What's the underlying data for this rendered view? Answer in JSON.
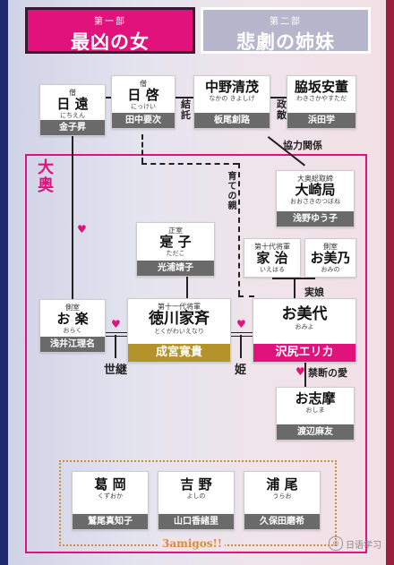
{
  "parts": [
    {
      "label": "第一部",
      "title": "最凶の女"
    },
    {
      "label": "第二部",
      "title": "悲劇の姉妹"
    }
  ],
  "ooku_label": "大奥",
  "relations": {
    "yuitaku": "結託",
    "seikyo": "政敵",
    "kyoryoku": "協力関係",
    "sodate": "育ての親",
    "jitsumusume": "実娘",
    "kindan": "禁断の愛",
    "seitsugu": "世継",
    "hime": "姫"
  },
  "cards": {
    "nichien": {
      "role": "僧",
      "name": "日 遠",
      "reading": "にちえん",
      "actor": "金子昇"
    },
    "nikkei": {
      "role": "僧",
      "name": "日 啓",
      "reading": "にっけい",
      "actor": "田中要次"
    },
    "nakano": {
      "role": "",
      "name": "中野清茂",
      "reading": "なかの きよしげ",
      "actor": "板尾創路"
    },
    "wakisaka": {
      "role": "",
      "name": "脇坂安董",
      "reading": "わきさかやすただ",
      "actor": "浜田学"
    },
    "osaki": {
      "role": "大奥総取締",
      "name": "大崎局",
      "reading": "おおさきのつぼね",
      "actor": "浅野ゆう子"
    },
    "hiroko": {
      "role": "正室",
      "name": "寔 子",
      "reading": "ただこ",
      "actor": "光浦靖子"
    },
    "ienari": {
      "role": "第十一代将軍",
      "name": "徳川家斉",
      "reading": "とくがわいえなり",
      "actor": "成宮寛貴"
    },
    "oraku": {
      "role": "側室",
      "name": "お 楽",
      "reading": "おらく",
      "actor": "浅井江理名"
    },
    "ieharu": {
      "role": "第十代将軍",
      "name": "家 治",
      "reading": "いえはる"
    },
    "omino": {
      "role": "側室",
      "name": "お美乃",
      "reading": "おみの"
    },
    "omiyo": {
      "role": "",
      "name": "お美代",
      "reading": "おみよ",
      "actor": "沢尻エリカ"
    },
    "oshima": {
      "role": "",
      "name": "お志摩",
      "reading": "おしま",
      "actor": "渡辺麻友"
    },
    "kazuraoka": {
      "role": "",
      "name": "葛 岡",
      "reading": "くずおか",
      "actor": "鷲尾真知子"
    },
    "yoshino": {
      "role": "",
      "name": "吉 野",
      "reading": "よしの",
      "actor": "山口香緒里"
    },
    "urao": {
      "role": "",
      "name": "浦 尾",
      "reading": "うらお",
      "actor": "久保田磨希"
    }
  },
  "amigos_label": "3amigos!!",
  "watermark": "日语学习",
  "colors": {
    "accent": "#e2127c",
    "gold": "#b4932a",
    "navy": "#1d2a6e",
    "crimson": "#9a1f3c"
  }
}
